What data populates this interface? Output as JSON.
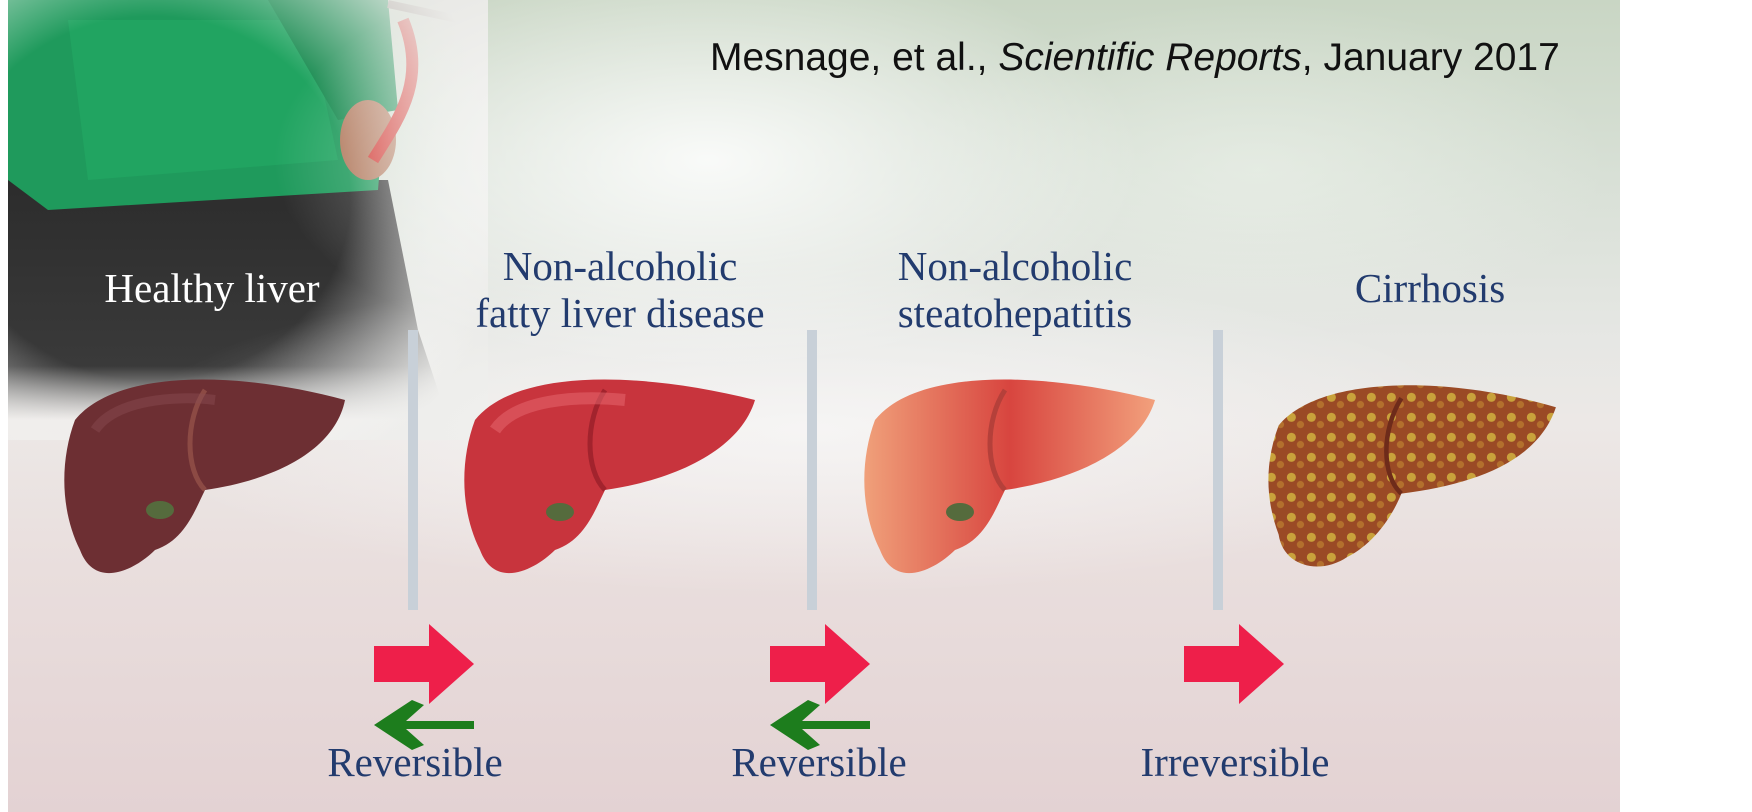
{
  "citation": {
    "authors": "Mesnage, et al.,",
    "journal": "Scientific Reports",
    "date": ", January 2017"
  },
  "stages": [
    {
      "label_line1": "Healthy liver",
      "label_line2": ""
    },
    {
      "label_line1": "Non-alcoholic",
      "label_line2": "fatty liver disease"
    },
    {
      "label_line1": "Non-alcoholic",
      "label_line2": "steatohepatitis"
    },
    {
      "label_line1": "Cirrhosis",
      "label_line2": ""
    }
  ],
  "transitions": [
    {
      "label": "Reversible"
    },
    {
      "label": "Reversible"
    },
    {
      "label": "Irreversible"
    }
  ],
  "colors": {
    "forward_arrow": "#ee1f4a",
    "backward_arrow": "#1d7d1d",
    "label_text": "#223b6e",
    "liver_healthy": "#6d2f33",
    "liver_fatty": "#c8343d",
    "liver_nash": "#e0725f",
    "liver_cirrhosis": "#9a4a25"
  }
}
